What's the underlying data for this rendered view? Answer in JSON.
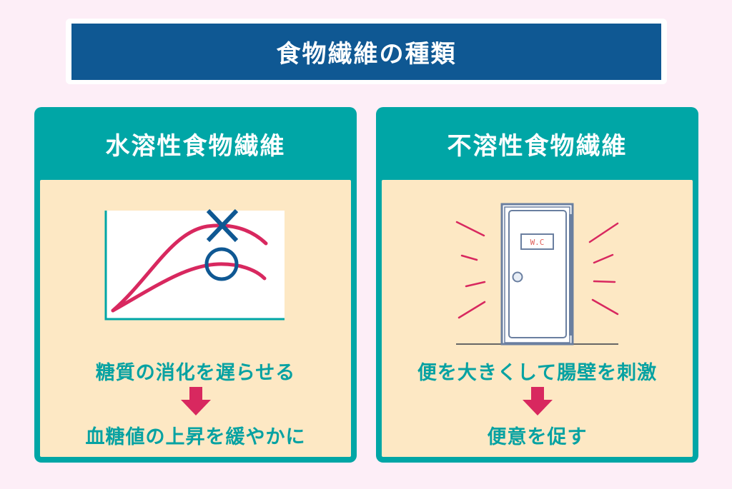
{
  "title": "食物繊維の種類",
  "panels": [
    {
      "heading": "水溶性食物繊維",
      "effect": "糖質の消化を遅らせる",
      "result": "血糖値の上昇を緩やかに",
      "markers": {
        "high": "×",
        "low": "○"
      }
    },
    {
      "heading": "不溶性食物繊維",
      "effect": "便を大きくして腸壁を刺激",
      "result": "便意を促す",
      "sign": "W.C"
    }
  ],
  "colors": {
    "navy": "#0f5893",
    "teal": "#00a6a6",
    "cream": "#fde8c4",
    "crimson": "#d8285f"
  }
}
